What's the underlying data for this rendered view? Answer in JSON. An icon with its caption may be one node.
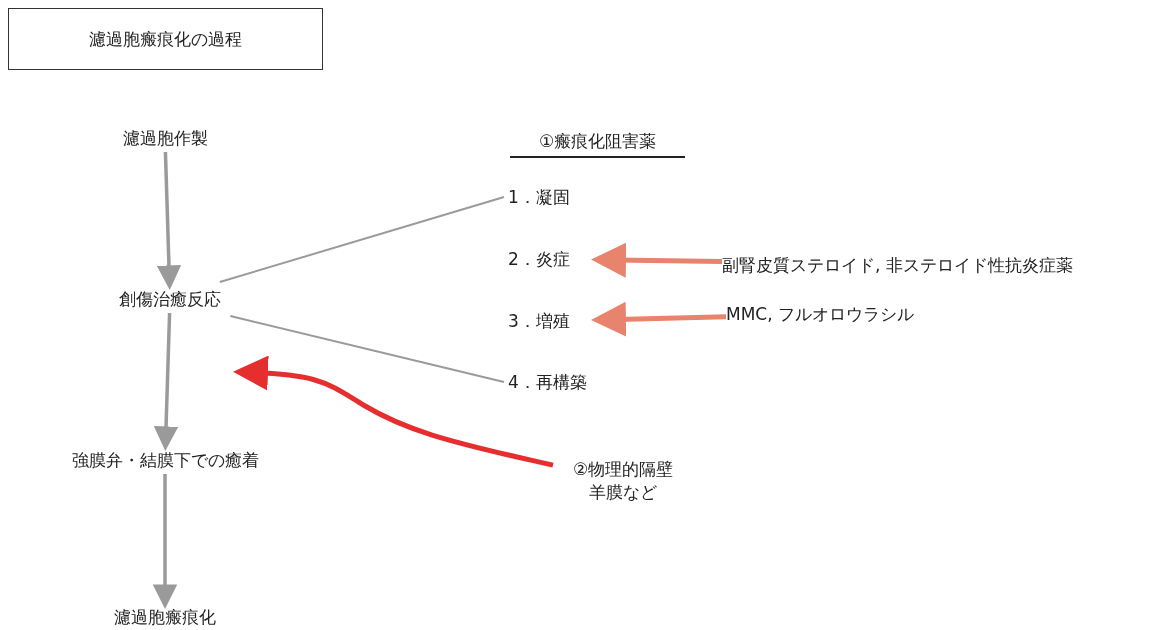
{
  "diagram": {
    "nodes": [
      {
        "text": [
          "濾過胞瘢痕化の過程"
        ]
      },
      {
        "text": [
          "濾過胞作製"
        ]
      },
      {
        "text": [
          "創傷治癒反応"
        ]
      },
      {
        "text": [
          "強膜弁・結膜下での癒着"
        ]
      },
      {
        "text": [
          "濾過胞瘢痕化"
        ]
      },
      {
        "text": [
          "1．凝固"
        ]
      },
      {
        "text": [
          "2．炎症"
        ]
      },
      {
        "text": [
          "3．増殖"
        ]
      },
      {
        "text": [
          "4．再構築"
        ]
      },
      {
        "text": [
          "副腎皮質ステロイド, 非ステロイド性抗炎症薬"
        ]
      },
      {
        "text": [
          "MMC, フルオロウラシル"
        ]
      },
      {
        "text": [
          "②物理的隔壁",
          "羊膜など"
        ]
      }
    ],
    "edges": [
      {
        "from": 1,
        "to": 2,
        "arrow": "to"
      },
      {
        "from": 2,
        "to": 3,
        "arrow": "to"
      },
      {
        "from": 3,
        "to": 4,
        "arrow": "to"
      },
      {
        "from": 2,
        "to": 5,
        "arrow": "none"
      },
      {
        "from": 2,
        "to": 8,
        "arrow": "none"
      },
      {
        "from": 9,
        "to": 6,
        "arrow": "to",
        "color": "#e8836e"
      },
      {
        "from": 10,
        "to": 7,
        "arrow": "to",
        "color": "#e8836e"
      },
      {
        "from": 11,
        "to": null,
        "arrow": "to",
        "color": "#e62e2e"
      }
    ],
    "labels": [
      "①瘢痕化阻害薬"
    ]
  }
}
